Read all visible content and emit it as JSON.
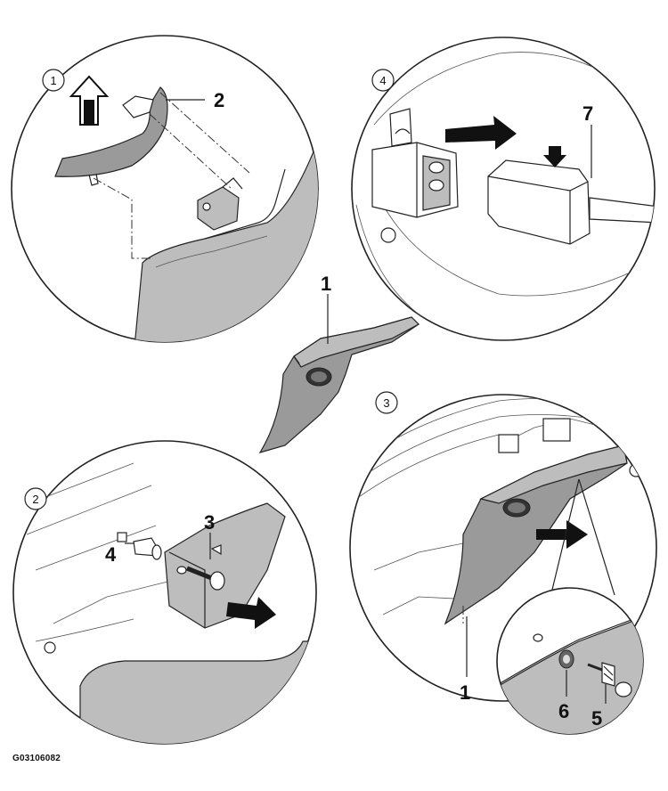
{
  "figure_code": "G03106082",
  "views": {
    "view1": {
      "step": "1"
    },
    "view2": {
      "step": "2"
    },
    "view3": {
      "step": "3"
    },
    "view4": {
      "step": "4"
    }
  },
  "callouts": {
    "view1_part": "2",
    "view4_part": "7",
    "center_part": "1",
    "view2_part_a": "3",
    "view2_part_b": "4",
    "view3_part": "1",
    "detail_part_a": "6",
    "detail_part_b": "5"
  }
}
